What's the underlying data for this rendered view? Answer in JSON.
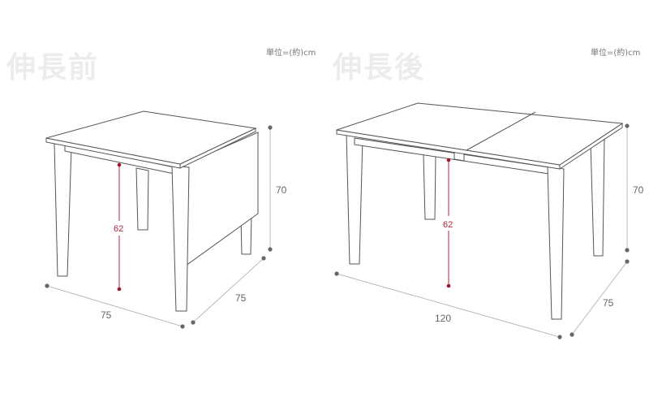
{
  "before": {
    "title": "伸長前",
    "unit": "単位=(約)cm",
    "height": "70",
    "width": "75",
    "depth": "75",
    "clearance": "62"
  },
  "after": {
    "title": "伸長後",
    "unit": "単位=(約)cm",
    "height": "70",
    "width": "120",
    "depth": "75",
    "clearance": "62"
  },
  "colors": {
    "dimension_dot": "#666666",
    "clearance": "#b2243a",
    "title": "#ececec"
  }
}
